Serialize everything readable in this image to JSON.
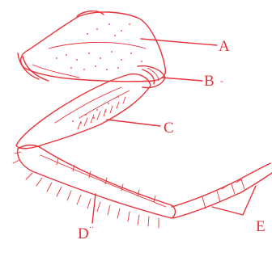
{
  "diagram": {
    "labels": {
      "a": "A",
      "b": "B",
      "b_mark": "-",
      "c": "C",
      "d": "D",
      "d_mark": "..",
      "e": "E"
    },
    "colors": {
      "ink": "#e8343b",
      "background": "#ffffff"
    }
  }
}
